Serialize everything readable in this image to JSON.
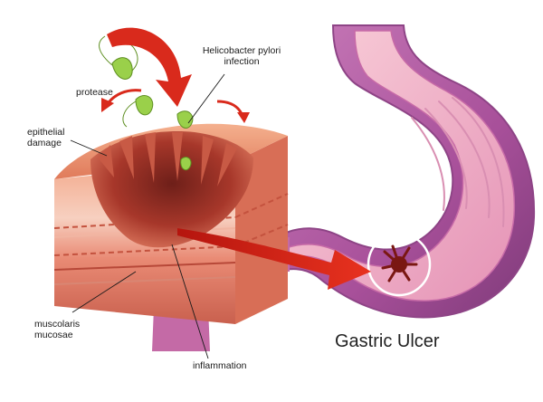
{
  "labels": {
    "helicobacter": "Helicobacter pylori\ninfection",
    "protease": "protease",
    "epithelial": "epithelial\ndamage",
    "muscolaris": "muscolaris\nmucosae",
    "inflammation": "inflammation"
  },
  "title": "Gastric Ulcer",
  "colors": {
    "stomach_outer": "#b35fa8",
    "stomach_inner": "#f0b2c9",
    "tissue": "#e8866d",
    "wound": "#9e2f22",
    "arrow": "#d92a1c",
    "bacteria": "#9ad04a"
  }
}
